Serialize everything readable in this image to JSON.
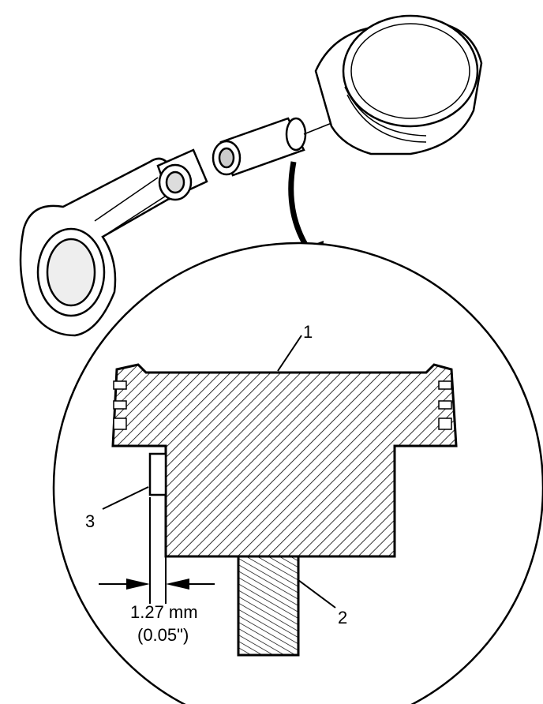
{
  "callouts": {
    "piston": "1",
    "rod": "2",
    "pin_offset": "3"
  },
  "dimension": {
    "metric": "1.27 mm",
    "imperial": "(0.05\")"
  },
  "colors": {
    "ink": "#000000",
    "paper": "#ffffff"
  }
}
